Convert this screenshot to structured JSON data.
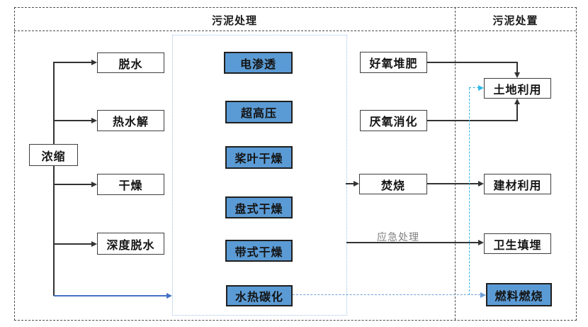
{
  "diagram": {
    "headers": {
      "treatment": "污泥处理",
      "disposal": "污泥处置"
    },
    "nodes": {
      "thickening": "浓缩",
      "dewatering": "脱水",
      "thermal_hydrolysis": "热水解",
      "drying": "干燥",
      "deep_dewatering": "深度脱水",
      "electro_osmosis": "电渗透",
      "ultra_high_pressure": "超高压",
      "paddle_drying": "桨叶干燥",
      "disc_drying": "盘式干燥",
      "belt_drying": "带式干燥",
      "hydrothermal_carbonization": "水热碳化",
      "aerobic_composting": "好氧堆肥",
      "anaerobic_digestion": "厌氧消化",
      "incineration": "焚烧",
      "land_use": "土地利用",
      "building_material_use": "建材利用",
      "sanitary_landfill": "卫生填埋",
      "fuel_combustion": "燃料燃烧"
    },
    "edge_labels": {
      "emergency": "应急处理"
    },
    "colors": {
      "highlight_fill": "#5B9BD5",
      "solid_blue_arrow": "#4472C4",
      "dashed_blue": "#6F9FD8",
      "dashed_cyan": "#2FB9EA",
      "emergency_label": "#7F7F7F",
      "line": "#333333",
      "frame_dash": "#4d4d4d",
      "container_dotted": "#9DC3E6"
    }
  }
}
